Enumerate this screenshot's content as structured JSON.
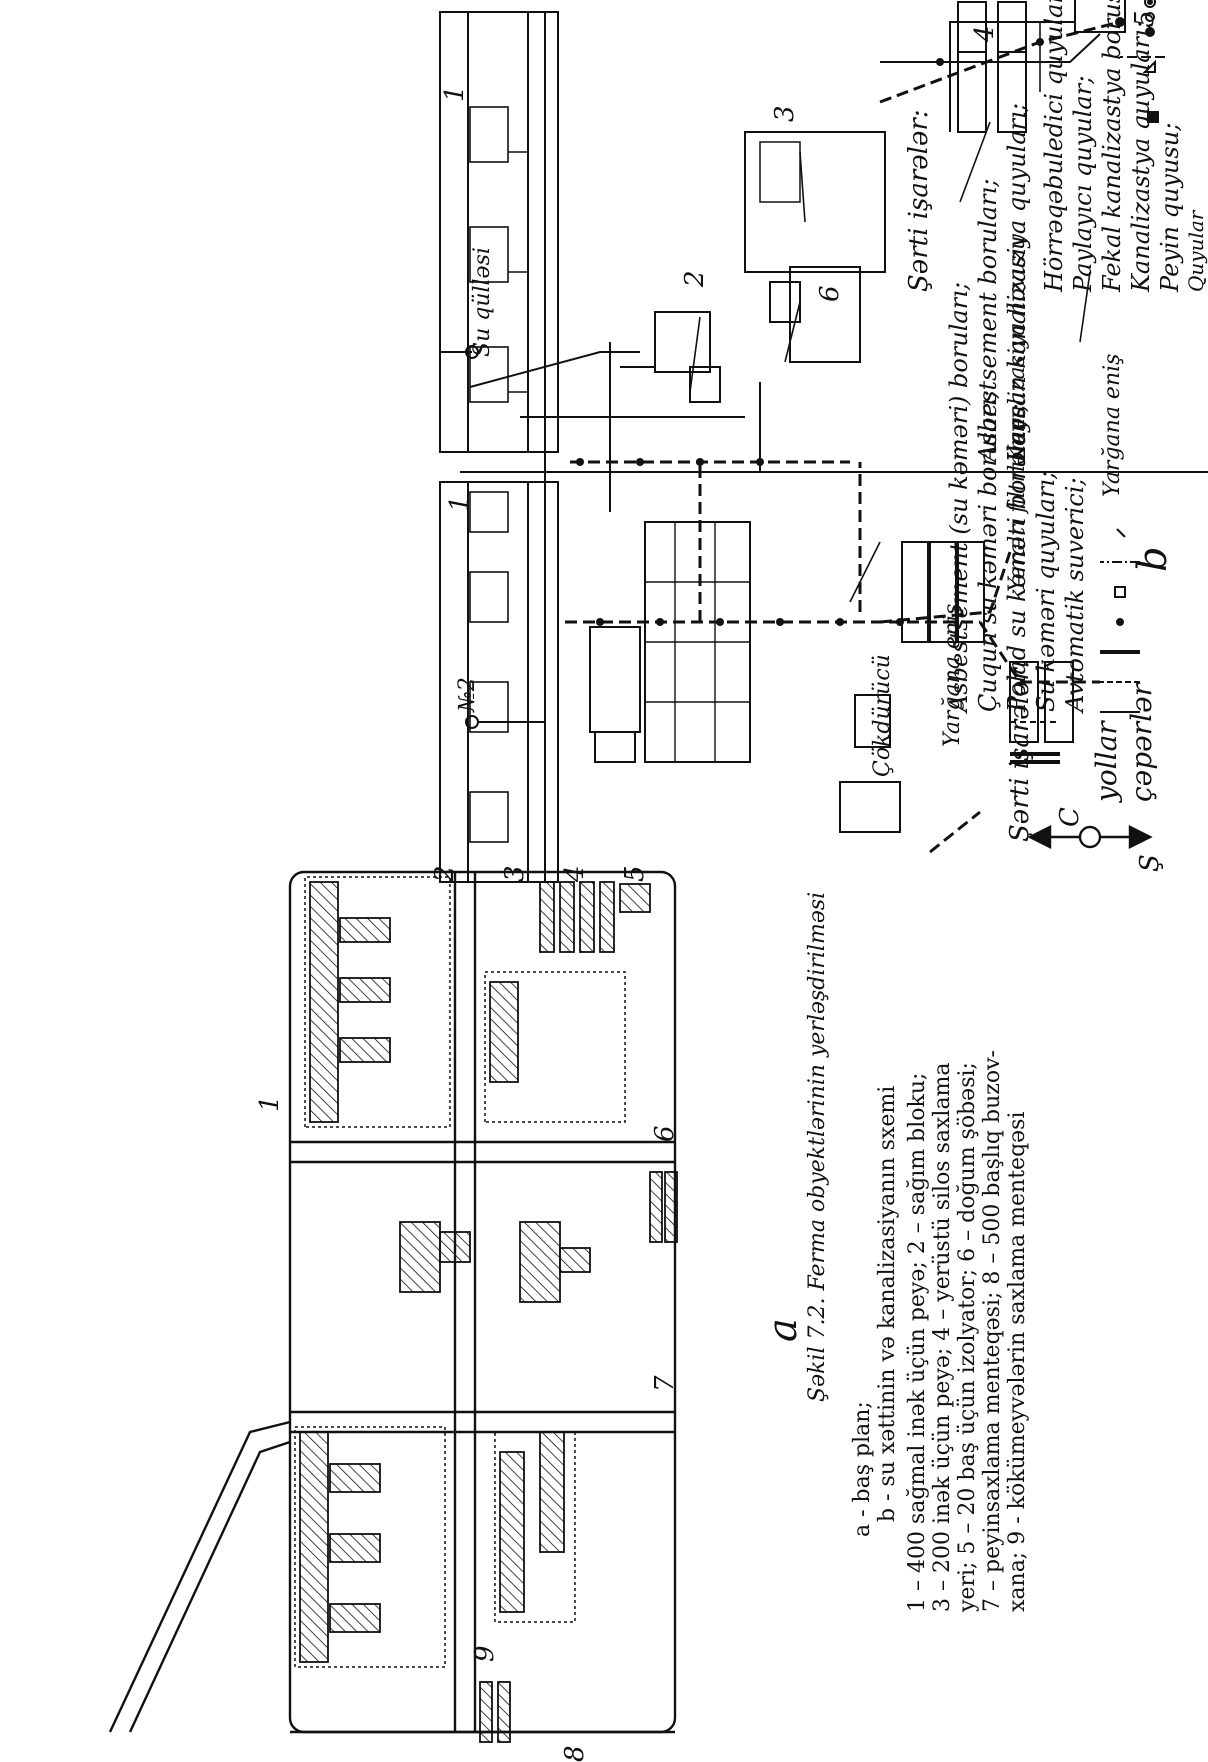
{
  "left_legend": {
    "title": "Şərti işarələr:",
    "items": [
      "Asbestsement (su kəməri) boruları;",
      "Çuqun su kəməri boruları;",
      "Polad su kəməri boruları;",
      "Su kəməri quyuları;",
      "Avtomatik suverici;",
      "Asbestsement boruları;",
      "Leysan kanalizasiya quyuları;"
    ]
  },
  "right_legend": {
    "items": [
      "Hörrəqəbuledici quyular;",
      "Paylayıcı quyular;",
      "Fekal kanalizastya borusu;",
      "Kanalizastya quyuları;",
      "Peyin quyusu;",
      "Quyular"
    ]
  },
  "plan_legend": {
    "title": "Şərti işarələr:",
    "items": [
      "yollar",
      "çəpərlər"
    ],
    "north_labels": [
      "Ş",
      "C"
    ]
  },
  "scheme_b_labels": {
    "water_tower": "Su qülləsi",
    "well_no": "№2",
    "settler": "Çökdürücü",
    "ravine_1": "Yarğana eniş",
    "ravine_2": "Yarğana eniş",
    "filtration": "Yeraltı filtrləmə",
    "sewer_pool": "Kanalizasiya hovuzu",
    "panel": "b"
  },
  "plan_a_labels": {
    "panel": "a"
  },
  "callouts_b": [
    "1",
    "1",
    "2",
    "3",
    "4",
    "5",
    "6"
  ],
  "callouts_a": [
    "1",
    "2",
    "3",
    "4",
    "5",
    "6",
    "7",
    "8",
    "9"
  ],
  "caption": {
    "title": "Şəkil 7.2. Ferma obyektlərinin yerləşdirilməsi",
    "line_a": "a - baş plan;",
    "line_b": "b - su xəttinin və kanalizasiyanın sxemi",
    "desc": [
      "1 – 400 sağmal inək üçün peyə; 2 – sağım bloku;",
      "3 – 200 inək üçün peyə; 4 – yerüstü silos saxlama",
      "yeri; 5 – 20 baş üçün izolyator; 6 – doğum şöbəsi;",
      "7 – peyinsaxlama menteqəsi; 8 – 500 başlıq buzov-",
      "xana; 9 - kökümeyvələrin saxlama menteqəsi"
    ]
  }
}
